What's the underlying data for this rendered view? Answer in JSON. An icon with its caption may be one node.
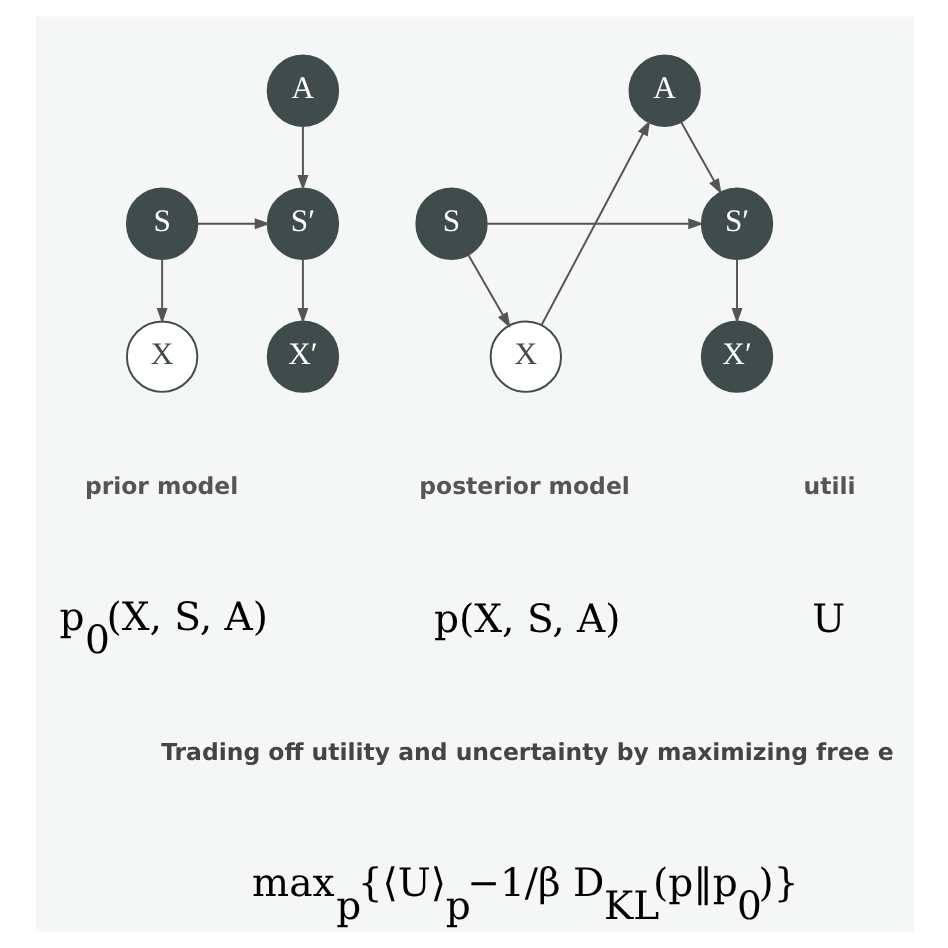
{
  "diagram": {
    "nodes": [
      {
        "text": [
          "S"
        ]
      },
      {
        "text": [
          "S′"
        ]
      },
      {
        "text": [
          "A"
        ]
      },
      {
        "text": [
          "X"
        ]
      },
      {
        "text": [
          "X′"
        ]
      },
      {
        "text": [
          "S"
        ]
      },
      {
        "text": [
          "S′"
        ]
      },
      {
        "text": [
          "A"
        ]
      },
      {
        "text": [
          "X"
        ]
      },
      {
        "text": [
          "X′"
        ]
      }
    ],
    "edges": [
      {
        "from": 0,
        "to": 1,
        "arrow": "to"
      },
      {
        "from": 2,
        "to": 1,
        "arrow": "to"
      },
      {
        "from": 0,
        "to": 3,
        "arrow": "to"
      },
      {
        "from": 1,
        "to": 4,
        "arrow": "to"
      },
      {
        "from": 5,
        "to": 6,
        "arrow": "to"
      },
      {
        "from": 7,
        "to": 6,
        "arrow": "to"
      },
      {
        "from": 8,
        "to": 7,
        "arrow": "to"
      },
      {
        "from": 5,
        "to": 8,
        "arrow": "to"
      },
      {
        "from": 6,
        "to": 9,
        "arrow": "to"
      }
    ],
    "labels": [
      "prior model",
      "p$_{0}$(X, S, A)",
      "posterior model",
      "p(X, S, A)",
      "utili",
      "U",
      "Trading off utility and uncertainty by maximizing free e",
      "max$_{p}${⟨U⟩$_{p}$−1/β D$_{KL}$(p‖p$_{0}$)}"
    ]
  }
}
